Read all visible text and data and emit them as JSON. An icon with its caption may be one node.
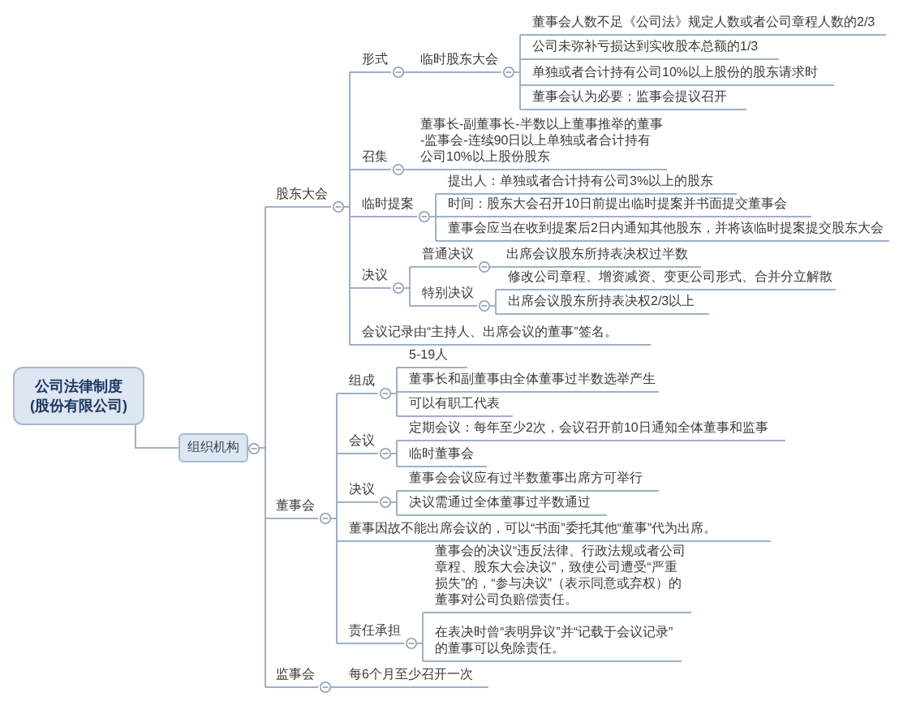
{
  "diagram": {
    "nodes": [
      {
        "text": [
          "公司法律制度(股份有限公司)"
        ]
      },
      {
        "text": [
          "组织机构"
        ]
      },
      {
        "text": [
          "股东大会"
        ]
      },
      {
        "text": [
          "形式"
        ]
      },
      {
        "text": [
          "临时股东大会"
        ]
      },
      {
        "text": [
          "董事会人数不足《公司法》规定人数或者公司章程人数的2/3"
        ]
      },
      {
        "text": [
          "公司未弥补亏损达到实收股本总额的1/3"
        ]
      },
      {
        "text": [
          "单独或者合计持有公司10%以上股份的股东请求时"
        ]
      },
      {
        "text": [
          "董事会认为必要；监事会提议召开"
        ]
      },
      {
        "text": [
          "召集"
        ]
      },
      {
        "text": [
          "董事长-副董事长-半数以上董事推举的董事-监事会-连续90日以上单独或者合计持有公司10%以上股份股东"
        ]
      },
      {
        "text": [
          "临时提案"
        ]
      },
      {
        "text": [
          "提出人：单独或者合计持有公司3%以上的股东"
        ]
      },
      {
        "text": [
          "时间：股东大会召开10日前提出临时提案并书面提交董事会"
        ]
      },
      {
        "text": [
          "董事会应当在收到提案后2日内通知其他股东，并将该临时提案提交股东大会"
        ]
      },
      {
        "text": [
          "决议"
        ]
      },
      {
        "text": [
          "普通决议"
        ]
      },
      {
        "text": [
          "出席会议股东所持表决权过半数"
        ]
      },
      {
        "text": [
          "特别决议"
        ]
      },
      {
        "text": [
          "修改公司章程、增资减资、变更公司形式、合并分立解散"
        ]
      },
      {
        "text": [
          "出席会议股东所持表决权2/3以上"
        ]
      },
      {
        "text": [
          "会议记录由“主持人、出席会议的董事”签名。"
        ]
      },
      {
        "text": [
          "董事会"
        ]
      },
      {
        "text": [
          "组成"
        ]
      },
      {
        "text": [
          "5-19人"
        ]
      },
      {
        "text": [
          "董事长和副董事由全体董事过半数选举产生"
        ]
      },
      {
        "text": [
          "可以有职工代表"
        ]
      },
      {
        "text": [
          "会议"
        ]
      },
      {
        "text": [
          "定期会议：每年至少2次，会议召开前10日通知全体董事和监事"
        ]
      },
      {
        "text": [
          "临时董事会"
        ]
      },
      {
        "text": [
          "决议"
        ]
      },
      {
        "text": [
          "董事会会议应有过半数董事出席方可举行"
        ]
      },
      {
        "text": [
          "决议需通过全体董事过半数通过"
        ]
      },
      {
        "text": [
          "董事因故不能出席会议的，可以“书面”委托其他“董事”代为出席。"
        ]
      },
      {
        "text": [
          "责任承担"
        ]
      },
      {
        "text": [
          "董事会的决议“违反法律、行政法规或者公司章程、股东大会决议”，致使公司遭受“严重损失”的，“参与决议”（表示同意或弃权）的董事对公司负赔偿责任。"
        ]
      },
      {
        "text": [
          "在表决时曾“表明异议”并“记载于会议记录”的董事可以免除责任。"
        ]
      },
      {
        "text": [
          "监事会"
        ]
      },
      {
        "text": [
          "每6个月至少召开一次"
        ]
      }
    ],
    "edges": [
      {
        "from": 0,
        "to": 1,
        "arrow": "none"
      },
      {
        "from": 1,
        "to": 2,
        "arrow": "none"
      },
      {
        "from": 2,
        "to": 3,
        "arrow": "none"
      },
      {
        "from": 3,
        "to": 4,
        "arrow": "none"
      },
      {
        "from": 4,
        "to": 5,
        "arrow": "none"
      },
      {
        "from": 4,
        "to": 6,
        "arrow": "none"
      },
      {
        "from": 4,
        "to": 7,
        "arrow": "none"
      },
      {
        "from": 4,
        "to": 8,
        "arrow": "none"
      },
      {
        "from": 2,
        "to": 9,
        "arrow": "none"
      },
      {
        "from": 9,
        "to": 10,
        "arrow": "none"
      },
      {
        "from": 2,
        "to": 11,
        "arrow": "none"
      },
      {
        "from": 11,
        "to": 12,
        "arrow": "none"
      },
      {
        "from": 11,
        "to": 13,
        "arrow": "none"
      },
      {
        "from": 11,
        "to": 14,
        "arrow": "none"
      },
      {
        "from": 2,
        "to": 15,
        "arrow": "none"
      },
      {
        "from": 15,
        "to": 16,
        "arrow": "none"
      },
      {
        "from": 16,
        "to": 17,
        "arrow": "none"
      },
      {
        "from": 15,
        "to": 18,
        "arrow": "none"
      },
      {
        "from": 18,
        "to": 19,
        "arrow": "none"
      },
      {
        "from": 18,
        "to": 20,
        "arrow": "none"
      },
      {
        "from": 2,
        "to": 21,
        "arrow": "none"
      },
      {
        "from": 1,
        "to": 22,
        "arrow": "none"
      },
      {
        "from": 22,
        "to": 23,
        "arrow": "none"
      },
      {
        "from": 23,
        "to": 24,
        "arrow": "none"
      },
      {
        "from": 23,
        "to": 25,
        "arrow": "none"
      },
      {
        "from": 23,
        "to": 26,
        "arrow": "none"
      },
      {
        "from": 22,
        "to": 27,
        "arrow": "none"
      },
      {
        "from": 27,
        "to": 28,
        "arrow": "none"
      },
      {
        "from": 27,
        "to": 29,
        "arrow": "none"
      },
      {
        "from": 22,
        "to": 30,
        "arrow": "none"
      },
      {
        "from": 30,
        "to": 31,
        "arrow": "none"
      },
      {
        "from": 30,
        "to": 32,
        "arrow": "none"
      },
      {
        "from": 22,
        "to": 33,
        "arrow": "none"
      },
      {
        "from": 22,
        "to": 34,
        "arrow": "none"
      },
      {
        "from": 34,
        "to": 35,
        "arrow": "none"
      },
      {
        "from": 34,
        "to": 36,
        "arrow": "none"
      },
      {
        "from": 1,
        "to": 37,
        "arrow": "none"
      },
      {
        "from": 37,
        "to": 38,
        "arrow": "none"
      }
    ]
  }
}
